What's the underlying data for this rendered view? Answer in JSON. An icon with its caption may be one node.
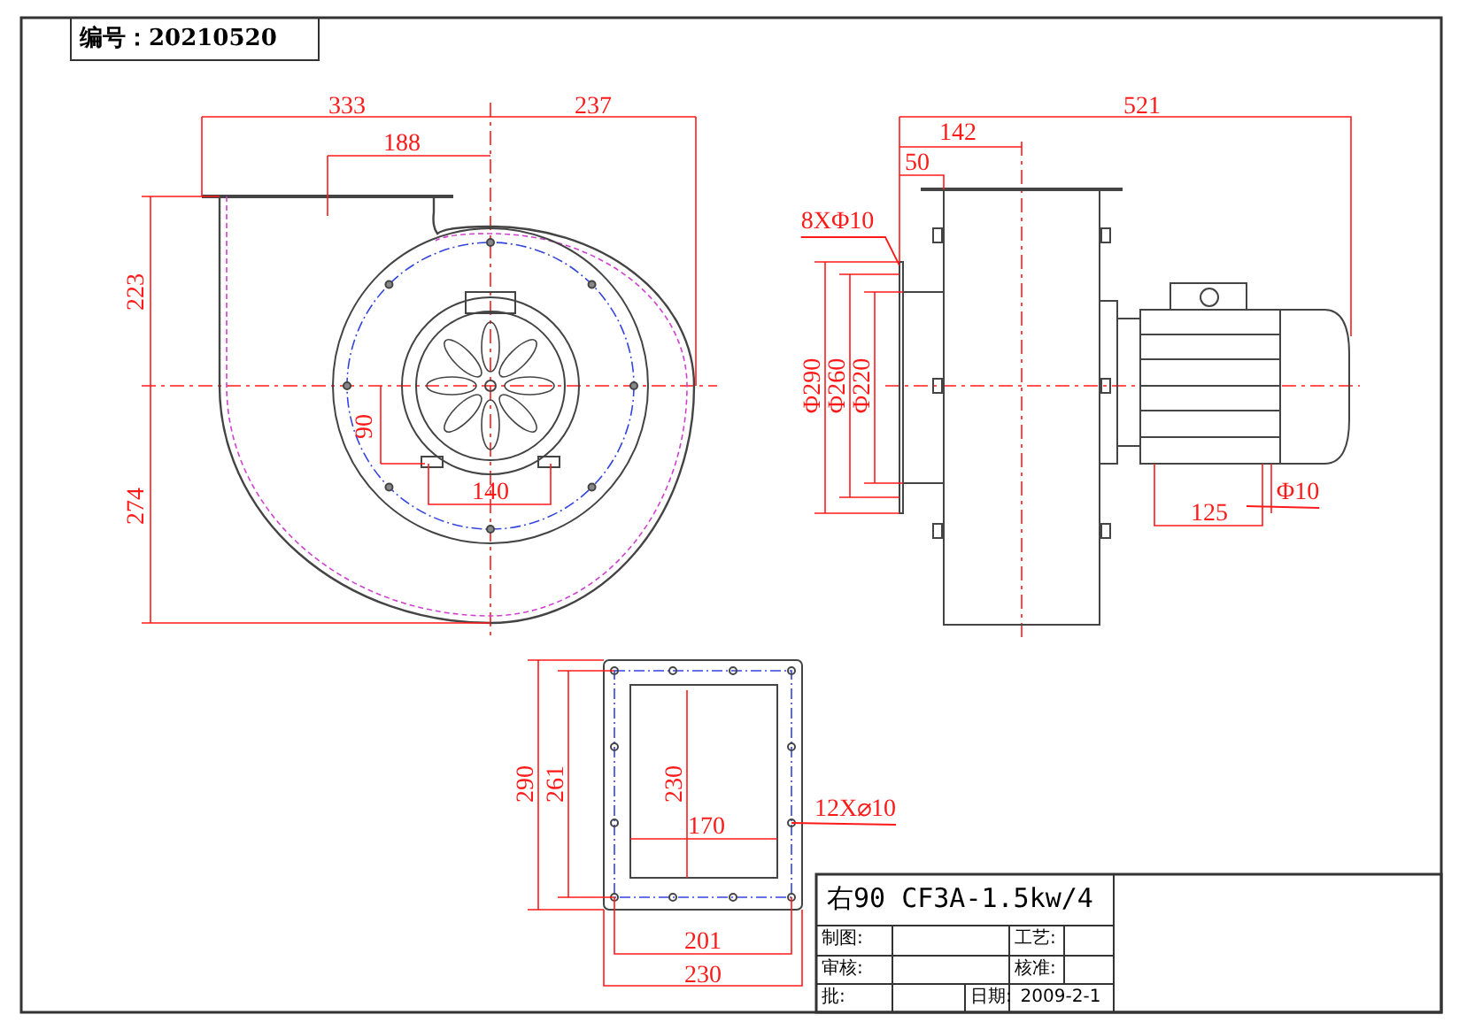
{
  "diagram": {
    "nodes": [
      {
        "text": [
          "8XΦ10"
        ]
      },
      {
        "text": [
          "Φ10"
        ]
      },
      {
        "text": [
          "12X⌀10"
        ]
      }
    ],
    "edges": [
      {
        "from": 0,
        "to": null,
        "arrow": "none"
      },
      {
        "from": 1,
        "to": null,
        "arrow": "none"
      },
      {
        "from": 2,
        "to": null,
        "arrow": "none"
      }
    ],
    "labels": [
      "编号：20210520",
      "333",
      "237",
      "188",
      "142",
      "521",
      "50",
      "223",
      "274",
      "90",
      "140",
      "Φ290",
      "Φ260",
      "Φ220",
      "125",
      "290",
      "261",
      "230",
      "170",
      "201",
      "230",
      "右90 CF3A-1.5kw/4",
      "制图:",
      "工艺:",
      "审核:",
      "核准:",
      "批:",
      "日期:",
      "2009-2-1"
    ]
  }
}
